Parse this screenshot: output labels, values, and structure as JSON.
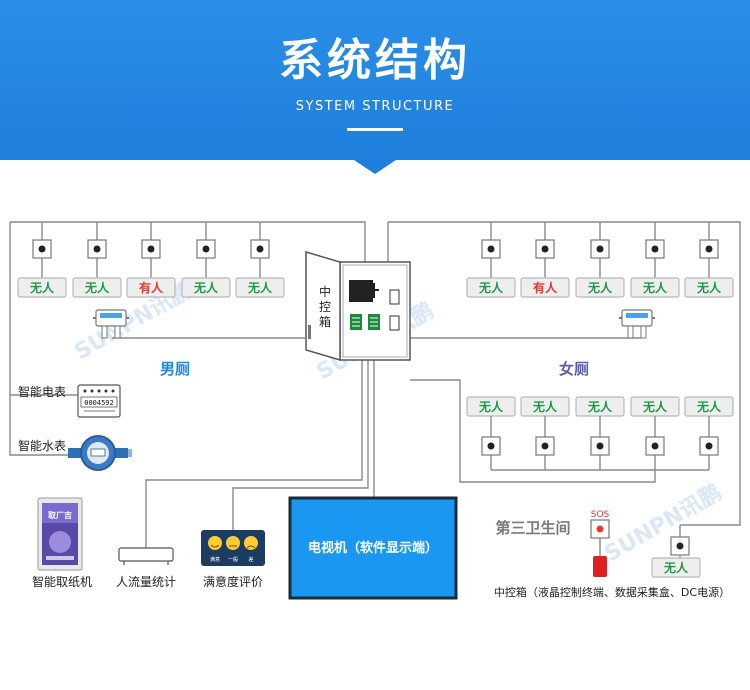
{
  "header": {
    "title": "系统结构",
    "subtitle": "SYSTEM STRUCTURE"
  },
  "colors": {
    "header_blue": "#1f7fdc",
    "tv_blue": "#1a97f0",
    "label_blue": "#1e88e5",
    "label_purple": "#5c5ca8",
    "status_empty": "#1e9a45",
    "status_occupied": "#e53935"
  },
  "men": {
    "label": "男厕",
    "stalls": [
      {
        "status": "无人",
        "state": "empty"
      },
      {
        "status": "无人",
        "state": "empty"
      },
      {
        "status": "有人",
        "state": "occupied"
      },
      {
        "status": "无人",
        "state": "empty"
      },
      {
        "status": "无人",
        "state": "empty"
      }
    ]
  },
  "women": {
    "label": "女厕",
    "top_stalls": [
      {
        "status": "无人",
        "state": "empty"
      },
      {
        "status": "有人",
        "state": "occupied"
      },
      {
        "status": "无人",
        "state": "empty"
      },
      {
        "status": "无人",
        "state": "empty"
      },
      {
        "status": "无人",
        "state": "empty"
      }
    ],
    "bottom_stalls": [
      {
        "status": "无人",
        "state": "empty"
      },
      {
        "status": "无人",
        "state": "empty"
      },
      {
        "status": "无人",
        "state": "empty"
      },
      {
        "status": "无人",
        "state": "empty"
      },
      {
        "status": "无人",
        "state": "empty"
      }
    ]
  },
  "control_box": {
    "label": [
      "中",
      "控",
      "箱"
    ]
  },
  "meters": {
    "electric_label": "智能电表",
    "electric_reading": "0004592",
    "water_label": "智能水表"
  },
  "devices": {
    "paper": "智能取纸机",
    "paper_screen_title": "取厂吉",
    "counter": "人流量统计",
    "rating": "满意度评价",
    "rating_options": [
      "满意",
      "一般",
      "差"
    ],
    "tv": "电视机（软件显示端）"
  },
  "third": {
    "label": "第三卫生间",
    "sos": "SOS",
    "status": "无人",
    "state": "empty",
    "caption": "中控箱（液晶控制终端、数据采集盒、DC电源）"
  },
  "watermark": "SUNPN讯鹏"
}
